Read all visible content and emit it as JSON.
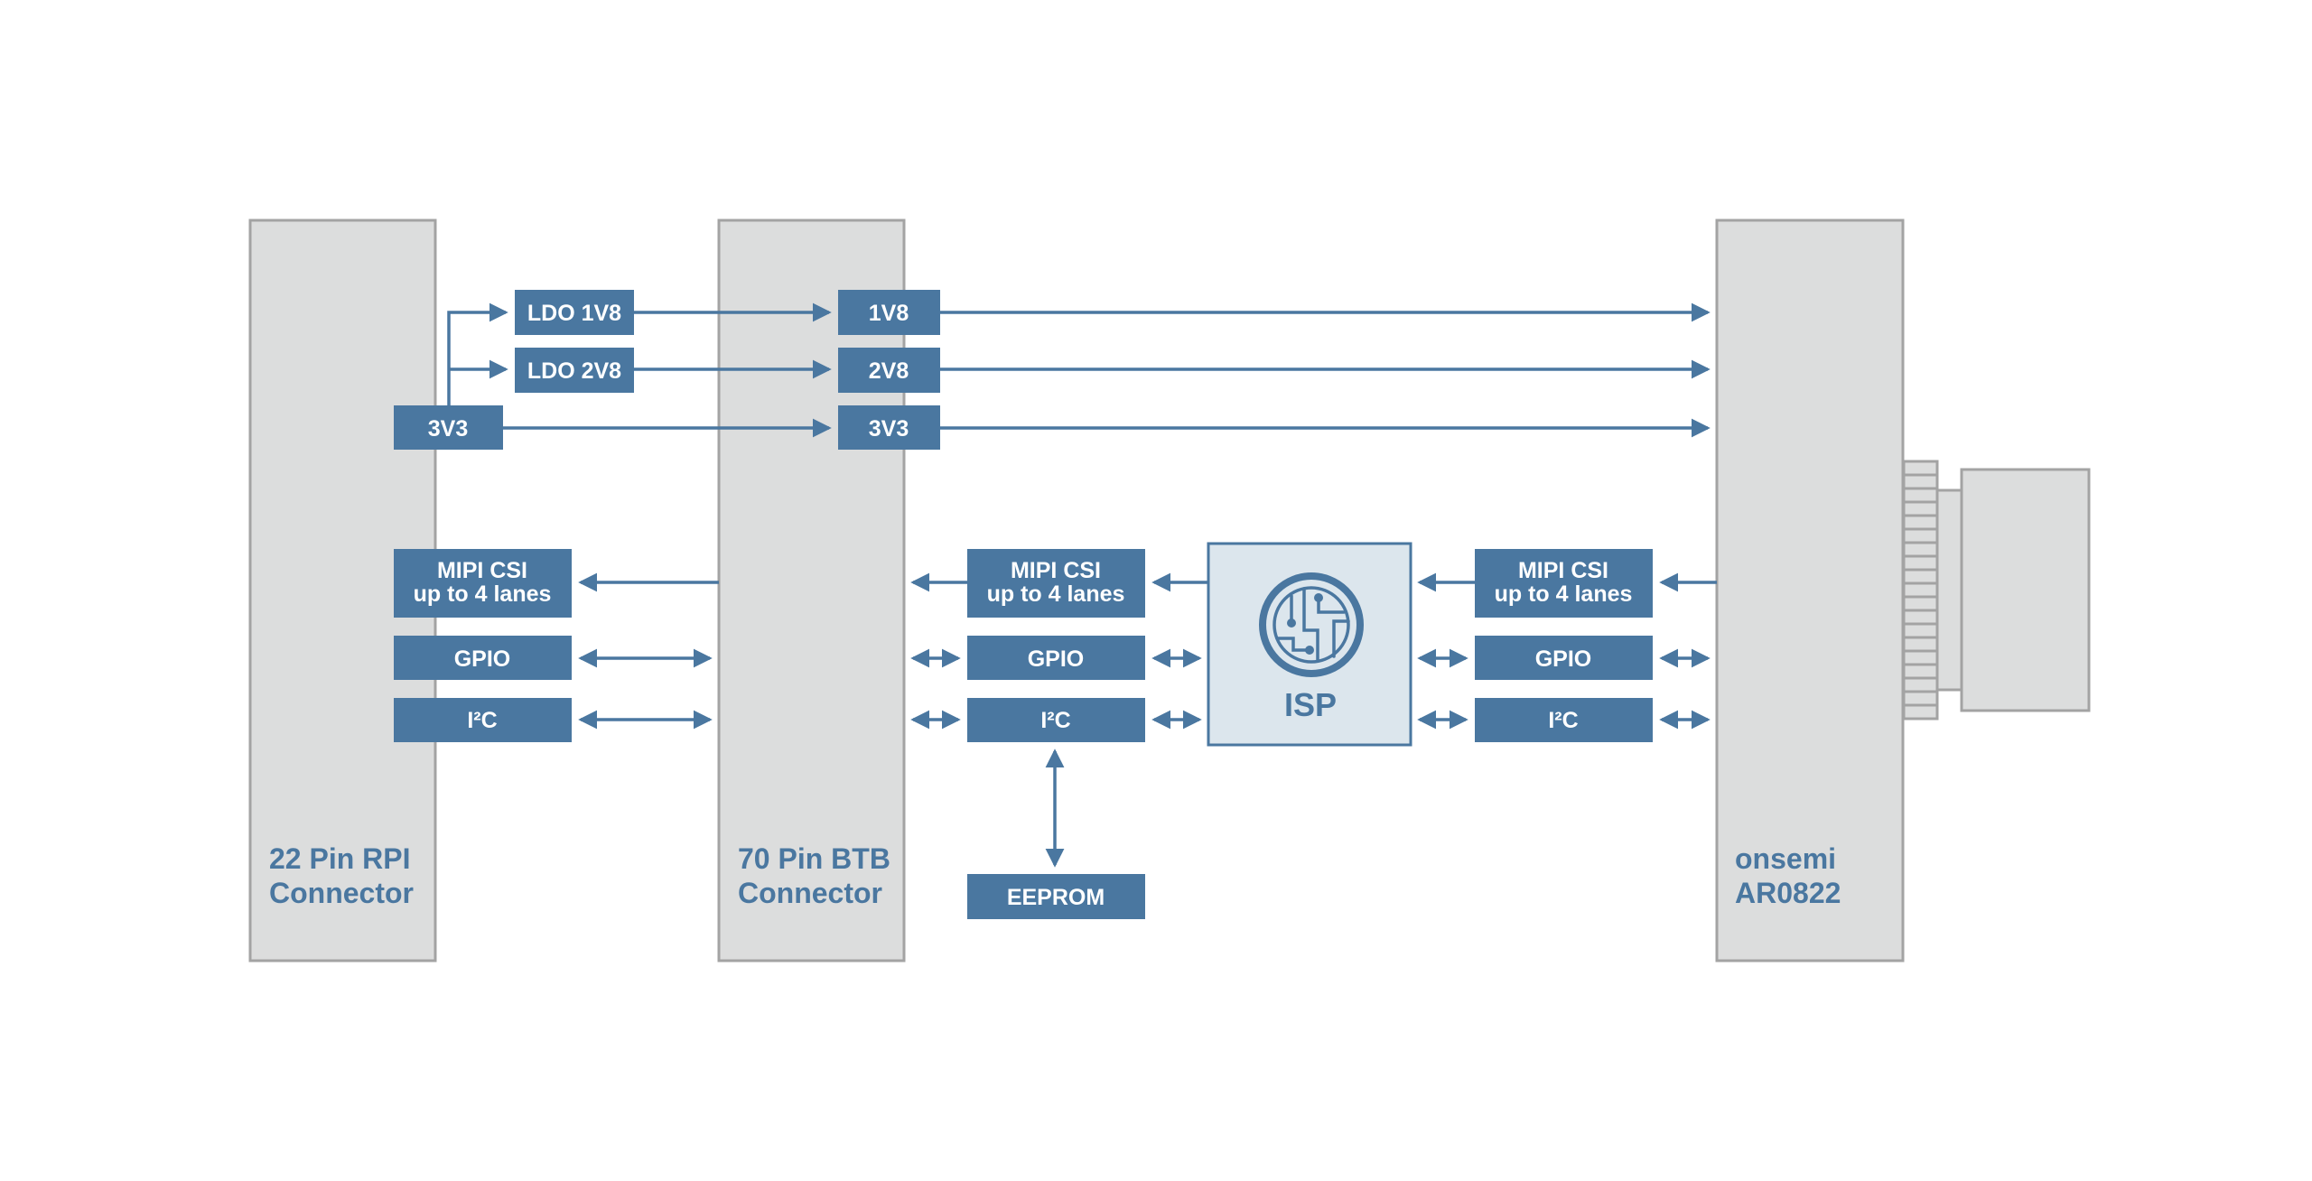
{
  "connectors": {
    "rpi": {
      "line1": "22 Pin RPI",
      "line2": "Connector"
    },
    "btb": {
      "line1": "70 Pin BTB",
      "line2": "Connector"
    },
    "sensor": {
      "line1": "onsemi",
      "line2": "AR0822"
    }
  },
  "power": {
    "source": "3V3",
    "ldo_1v8": "LDO 1V8",
    "ldo_2v8": "LDO 2V8",
    "btb_1v8": "1V8",
    "btb_2v8": "2V8",
    "btb_3v3": "3V3"
  },
  "interfaces": {
    "rpi_side": {
      "mipi_line1": "MIPI CSI",
      "mipi_line2": "up to 4 lanes",
      "gpio": "GPIO",
      "i2c": "I²C"
    },
    "btb_side": {
      "mipi_line1": "MIPI CSI",
      "mipi_line2": "up to 4 lanes",
      "gpio": "GPIO",
      "i2c": "I²C"
    },
    "sensor_side": {
      "mipi_line1": "MIPI CSI",
      "mipi_line2": "up to 4 lanes",
      "gpio": "GPIO",
      "i2c": "I²C"
    }
  },
  "isp": {
    "label": "ISP",
    "icon": "circuit-chip-icon"
  },
  "eeprom": {
    "label": "EEPROM"
  },
  "colors": {
    "block": "#4a77a0",
    "connector_fill": "#dcdddd",
    "connector_border": "#a3a3a3",
    "isp_fill": "#dce6ed"
  }
}
